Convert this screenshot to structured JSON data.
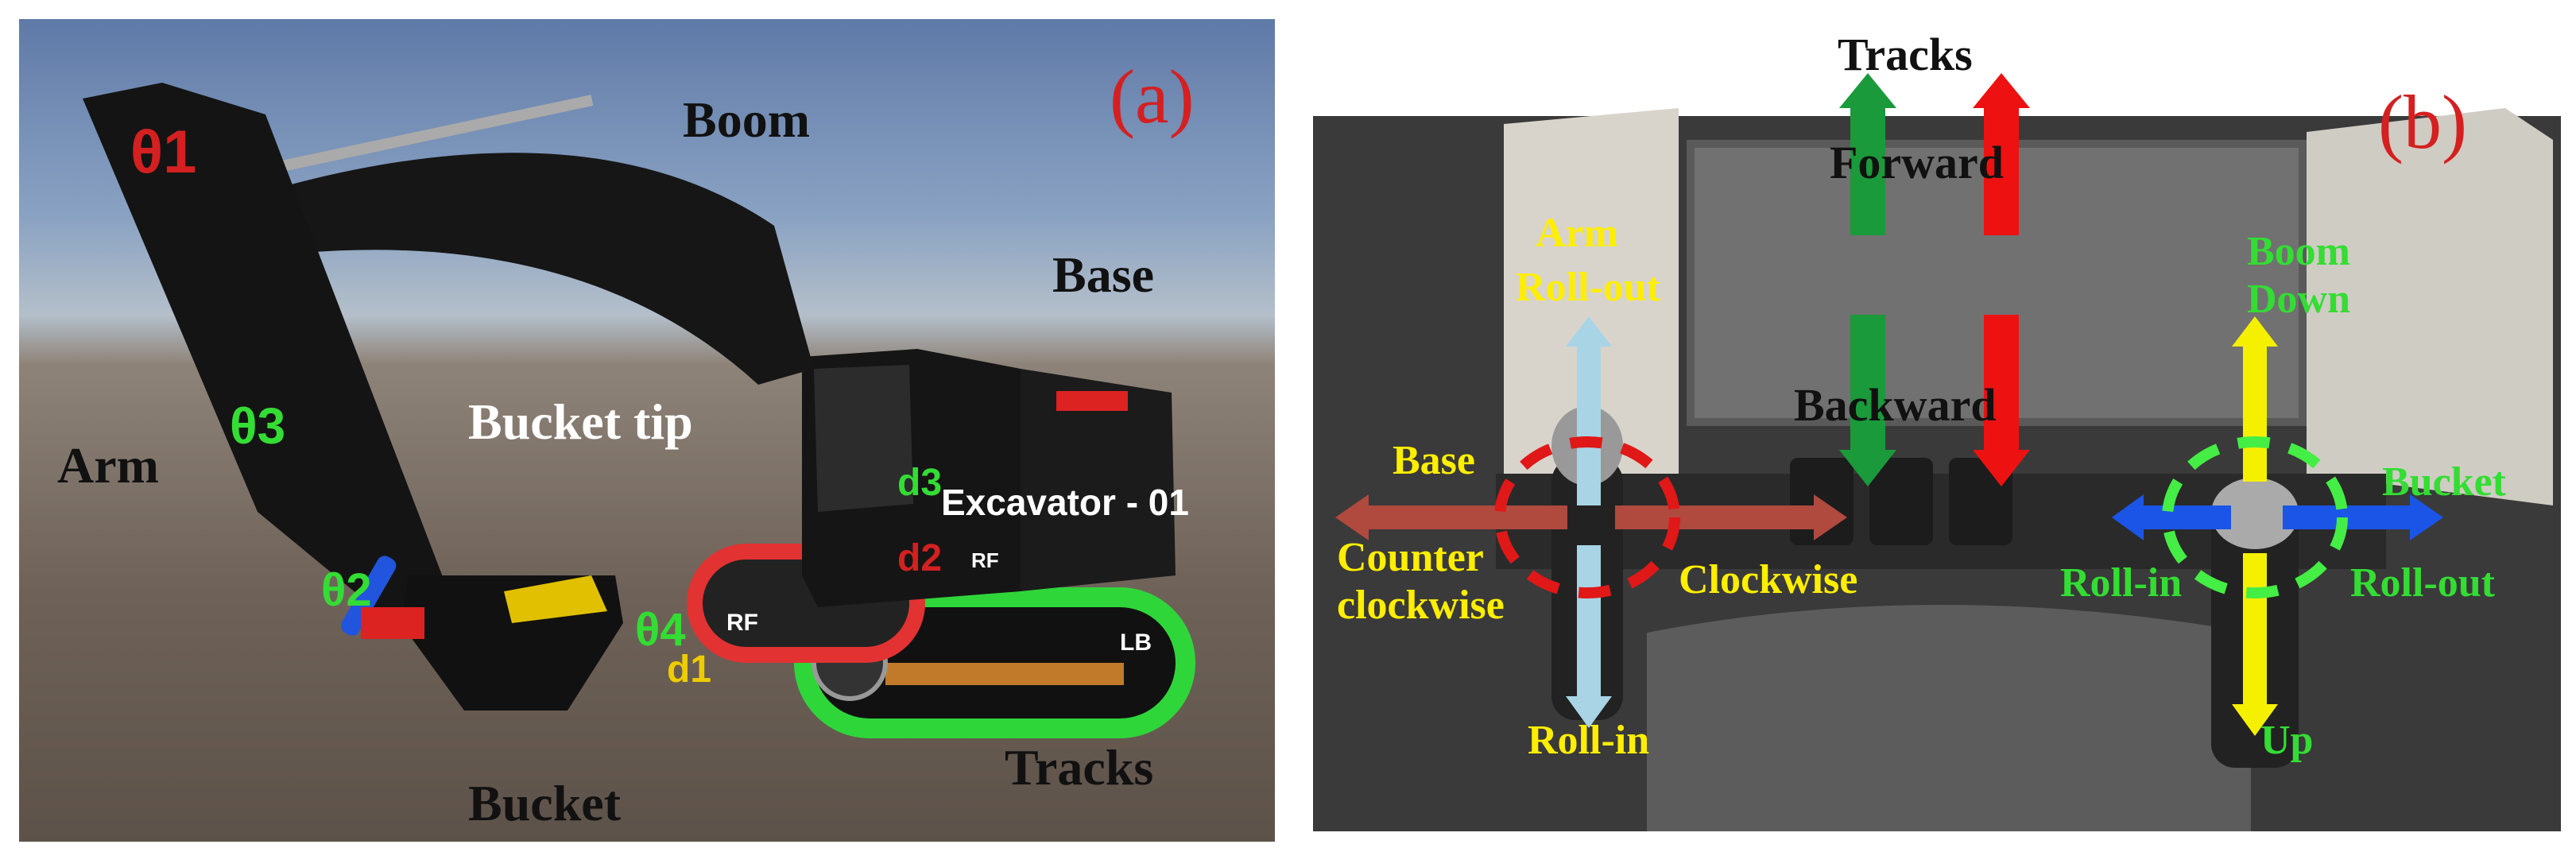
{
  "panel_a": {
    "tag": "(a)",
    "labels": {
      "boom": "Boom",
      "base": "Base",
      "arm": "Arm",
      "bucket_tip": "Bucket tip",
      "bucket": "Bucket",
      "tracks": "Tracks",
      "theta1": "θ1",
      "theta2": "θ2",
      "theta3": "θ3",
      "theta4": "θ4",
      "d1": "d1",
      "d2": "d2",
      "d3": "d3",
      "cab_name": "Excavator - 01",
      "rf": "RF",
      "lb": "LB",
      "rf2": "RF"
    }
  },
  "panel_b": {
    "tag": "(b)",
    "labels": {
      "tracks": "Tracks",
      "forward": "Forward",
      "backward": "Backward",
      "arm": "Arm",
      "roll_out_arm": "Roll-out",
      "roll_in_arm": "Roll-in",
      "base": "Base",
      "counter": "Counter",
      "clockwise_lower": "clockwise",
      "clockwise": "Clockwise",
      "boom": "Boom",
      "down": "Down",
      "up": "Up",
      "bucket": "Bucket",
      "roll_in_bucket": "Roll-in",
      "roll_out_bucket": "Roll-out"
    }
  },
  "colors": {
    "tag_red": "#d42020",
    "green_label": "#33dd33",
    "yellow_label": "#ffee00",
    "arrow_green": "#1a9a3a",
    "arrow_red": "#ee1111",
    "arrow_lightblue": "#a8d4e6",
    "arrow_brown": "#b0493e",
    "arrow_blue": "#1a55e8",
    "arrow_yellow": "#f5f000",
    "dashed_red": "#e01818",
    "dashed_green": "#44ee44"
  }
}
